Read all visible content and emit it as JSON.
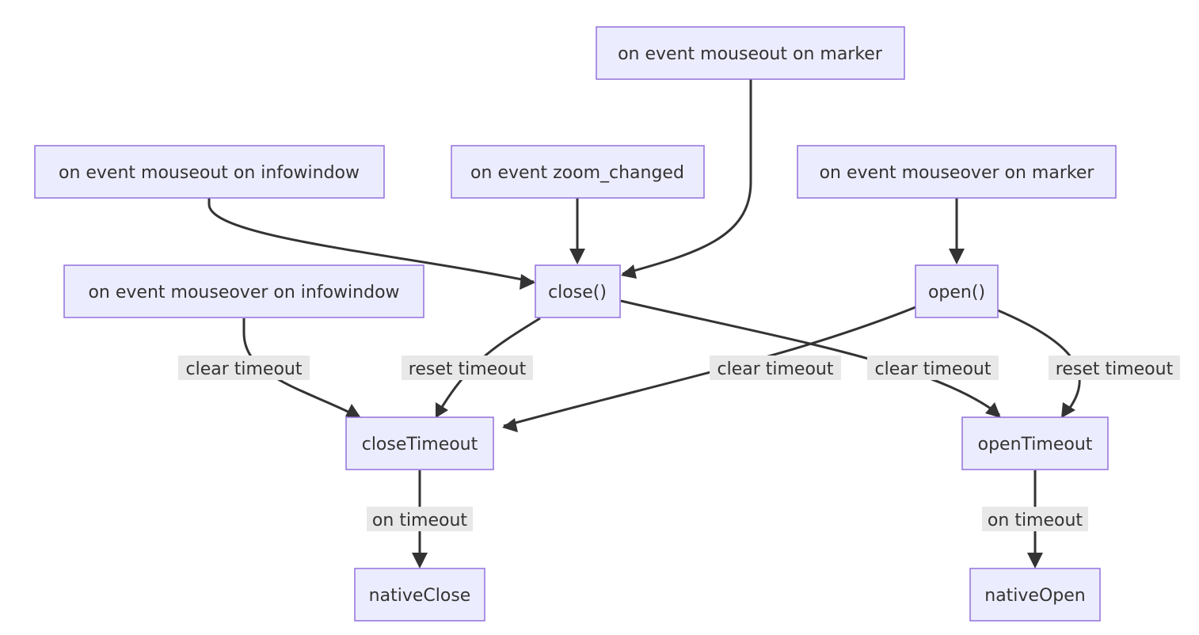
{
  "nodes": {
    "mouseout_marker": "on event mouseout on marker",
    "mouseout_infowindow": "on event mouseout on infowindow",
    "zoom_changed": "on event zoom_changed",
    "mouseover_marker": "on event mouseover on marker",
    "mouseover_infowindow": "on event mouseover on infowindow",
    "close": "close()",
    "open": "open()",
    "closeTimeout": "closeTimeout",
    "openTimeout": "openTimeout",
    "nativeClose": "nativeClose",
    "nativeOpen": "nativeOpen"
  },
  "edge_labels": {
    "mouseover_infowindow_to_closeTimeout": "clear timeout",
    "close_to_closeTimeout": "reset timeout",
    "open_to_closeTimeout": "clear timeout",
    "close_to_openTimeout": "clear timeout",
    "open_to_openTimeout": "reset timeout",
    "closeTimeout_to_nativeClose": "on timeout",
    "openTimeout_to_nativeOpen": "on timeout"
  },
  "colors": {
    "node_fill": "#ECECFF",
    "node_stroke": "#9370DB",
    "edge": "#333333",
    "label_bg": "#e8e8e8"
  }
}
